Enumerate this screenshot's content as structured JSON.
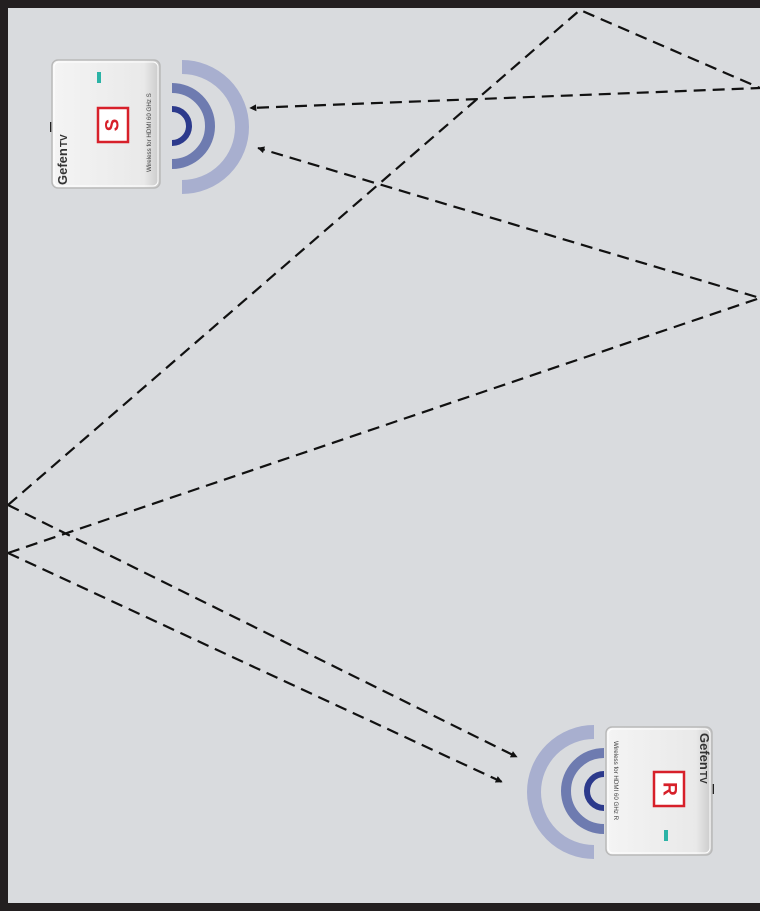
{
  "diagram": {
    "background_color": "#d9dbde",
    "frame_color": "#231f20",
    "path_color": "#111111",
    "wave_colors": {
      "inner": "#2c3a8c",
      "middle": "#6e7bb0",
      "outer": "#a8afcf"
    },
    "label_color": "#d7202a",
    "led_color": "#2bb3a6"
  },
  "sender": {
    "brand": "Gefen",
    "brand_mark": "TV",
    "model_text": "Wireless for HDMI 60 GHz S",
    "unit_label": "S"
  },
  "receiver": {
    "brand": "Gefen",
    "brand_mark": "TV",
    "model_text": "Wireless for HDMI 60 GHz R",
    "unit_label": "R"
  }
}
